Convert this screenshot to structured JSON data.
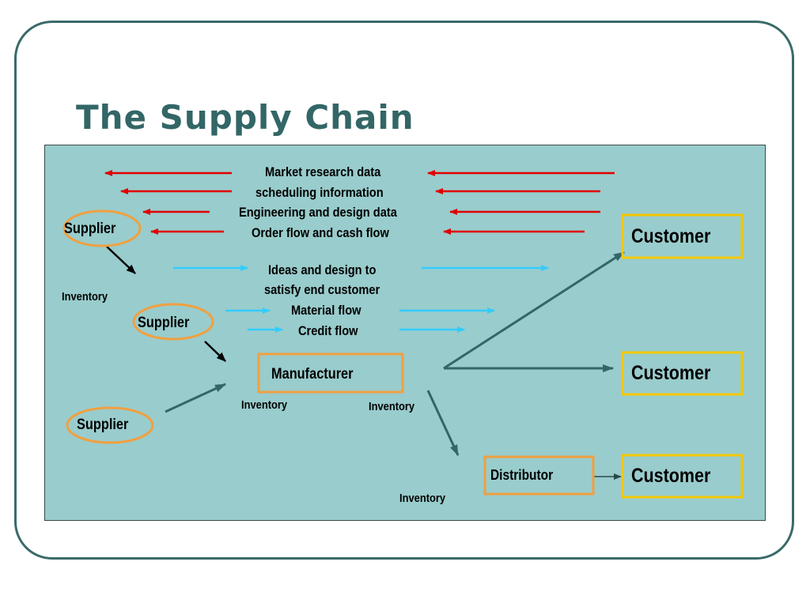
{
  "slide": {
    "title": "The Supply Chain"
  },
  "diagram": {
    "info_flows": [
      "Market research data",
      "scheduling information",
      "Engineering and design data",
      "Order flow and cash flow"
    ],
    "forward_flows": [
      "Ideas and design to",
      "satisfy end customer",
      "Material flow",
      "Credit flow"
    ],
    "nodes": {
      "supplier_1": "Supplier",
      "supplier_2": "Supplier",
      "supplier_3": "Supplier",
      "manufacturer": "Manufacturer",
      "distributor": "Distributor",
      "customer_1": "Customer",
      "customer_2": "Customer",
      "customer_3": "Customer"
    },
    "inventory_labels": [
      "Inventory",
      "Inventory",
      "Inventory",
      "Inventory"
    ],
    "colors": {
      "background": "#99cccc",
      "backward_arrow": "#e00000",
      "forward_arrow": "#33ccff",
      "flow_arrow": "#336666",
      "supplier_outline": "#f0a040",
      "customer_box": "#f5c800",
      "node_box": "#f0a040",
      "title": "#336666",
      "frame": "#3a6a6a"
    }
  }
}
